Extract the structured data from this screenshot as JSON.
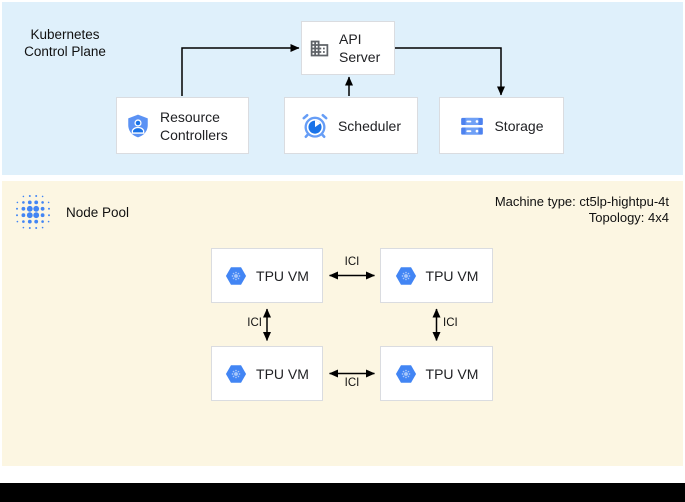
{
  "control_plane": {
    "title": "Kubernetes\nControl Plane",
    "api_server_label": "API Server",
    "resource_controllers_label": "Resource Controllers",
    "scheduler_label": "Scheduler",
    "storage_label": "Storage"
  },
  "node_pool": {
    "title": "Node Pool",
    "machine_type": "Machine type: ct5lp-hightpu-4t",
    "topology": "Topology: 4x4",
    "tpu_vms": [
      {
        "label": "TPU VM"
      },
      {
        "label": "TPU VM"
      },
      {
        "label": "TPU VM"
      },
      {
        "label": "TPU VM"
      }
    ],
    "ici_links": [
      {
        "label": "ICI"
      },
      {
        "label": "ICI"
      },
      {
        "label": "ICI"
      },
      {
        "label": "ICI"
      }
    ]
  },
  "icons": {
    "api_server": "building-icon",
    "resource_controllers": "shield-user-icon",
    "scheduler": "alarm-clock-icon",
    "storage": "server-stack-icon",
    "node_pool": "dot-grid-icon",
    "tpu_vm": "hexagon-chip-icon"
  },
  "colors": {
    "control_plane_bg": "#dff0fb",
    "node_pool_bg": "#fcf6e2",
    "box_border": "#dadce0",
    "google_blue": "#4285f4",
    "light_blue": "#669df6",
    "dark_blue": "#1a73e8",
    "icon_grey": "#5f6368",
    "arrow": "#000000"
  }
}
